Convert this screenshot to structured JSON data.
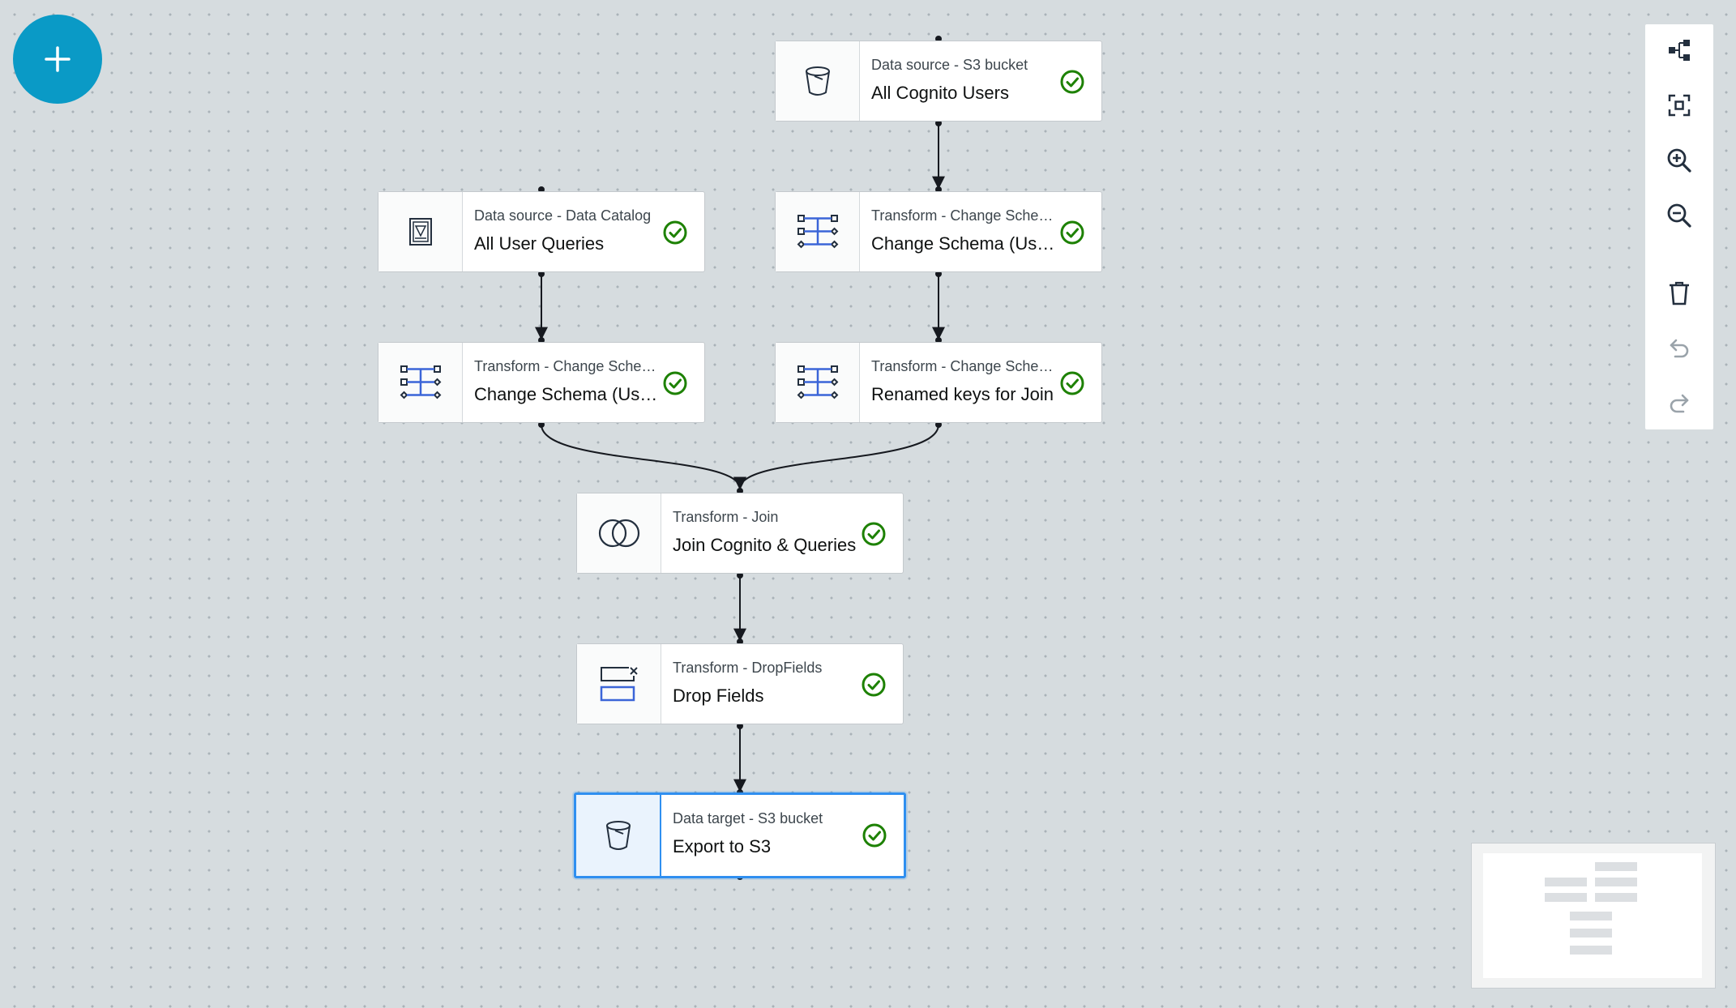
{
  "canvas": {
    "add_button_icon": "plus-icon"
  },
  "nodes": [
    {
      "id": "all-cognito-users",
      "type_label": "Data source - S3 bucket",
      "title": "All Cognito Users",
      "icon": "bucket-icon",
      "status": "success"
    },
    {
      "id": "all-user-queries",
      "type_label": "Data source - Data Catalog",
      "title": "All User Queries",
      "icon": "data-catalog-icon",
      "status": "success"
    },
    {
      "id": "change-schema-users",
      "type_label": "Transform - Change Schema",
      "title": "Change Schema (Users)",
      "icon": "change-schema-icon",
      "status": "success"
    },
    {
      "id": "change-schema-user-queries",
      "type_label": "Transform - Change Schema",
      "title": "Change Schema (User Queries)",
      "icon": "change-schema-icon",
      "status": "success"
    },
    {
      "id": "renamed-keys-join",
      "type_label": "Transform - Change Schema",
      "title": "Renamed keys for Join",
      "icon": "change-schema-icon",
      "status": "success"
    },
    {
      "id": "join-cognito-queries",
      "type_label": "Transform - Join",
      "title": "Join Cognito & Queries",
      "icon": "join-icon",
      "status": "success"
    },
    {
      "id": "drop-fields",
      "type_label": "Transform - DropFields",
      "title": "Drop Fields",
      "icon": "drop-fields-icon",
      "status": "success"
    },
    {
      "id": "export-to-s3",
      "type_label": "Data target - S3 bucket",
      "title": "Export to S3",
      "icon": "bucket-icon",
      "status": "success",
      "selected": true
    }
  ],
  "toolbar": {
    "items": [
      {
        "name": "layout-icon",
        "enabled": true
      },
      {
        "name": "fit-to-screen-icon",
        "enabled": true
      },
      {
        "name": "zoom-in-icon",
        "enabled": true
      },
      {
        "name": "zoom-out-icon",
        "enabled": true
      },
      {
        "name": "delete-icon",
        "enabled": true
      },
      {
        "name": "undo-icon",
        "enabled": false
      },
      {
        "name": "redo-icon",
        "enabled": false
      }
    ]
  },
  "colors": {
    "accent": "#0a9ac6",
    "selected_border": "#2f8ff0",
    "success": "#1d8102",
    "transform_icon": "#3b65d8",
    "edge": "#16191f"
  }
}
